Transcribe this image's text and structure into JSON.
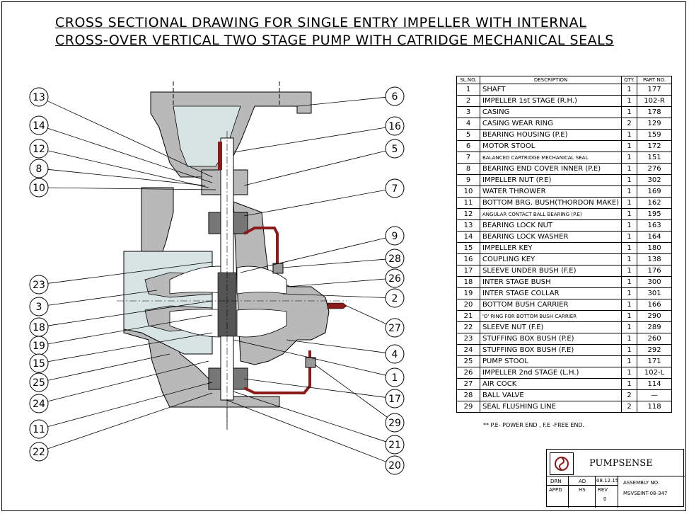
{
  "title": {
    "line1": "CROSS SECTIONAL DRAWING FOR SINGLE ENTRY IMPELLER WITH INTERNAL",
    "line2": "CROSS-OVER VERTICAL TWO STAGE PUMP WITH CATRIDGE MECHANICAL SEALS"
  },
  "balloons": [
    "13",
    "14",
    "12",
    "8",
    "10",
    "23",
    "3",
    "18",
    "19",
    "15",
    "25",
    "24",
    "11",
    "22",
    "6",
    "16",
    "5",
    "7",
    "9",
    "28",
    "26",
    "2",
    "27",
    "4",
    "1",
    "17",
    "29",
    "21",
    "20"
  ],
  "table": {
    "headers": {
      "no": "SL.NO.",
      "desc": "DESCRIPTION",
      "qty": "QTY.",
      "part": "PART NO."
    },
    "rows": [
      {
        "no": "1",
        "desc": "SHAFT",
        "qty": "1",
        "part": "177"
      },
      {
        "no": "2",
        "desc": "IMPELLER 1st STAGE (R.H.)",
        "qty": "1",
        "part": "102-R"
      },
      {
        "no": "3",
        "desc": "CASING",
        "qty": "1",
        "part": "178"
      },
      {
        "no": "4",
        "desc": "CASING WEAR RING",
        "qty": "2",
        "part": "129"
      },
      {
        "no": "5",
        "desc": "BEARING HOUSING (P.E)",
        "qty": "1",
        "part": "159"
      },
      {
        "no": "6",
        "desc": "MOTOR STOOL",
        "qty": "1",
        "part": "172"
      },
      {
        "no": "7",
        "desc": "BALANCED CARTRIDGE MECHANICAL SEAL",
        "qty": "1",
        "part": "151"
      },
      {
        "no": "8",
        "desc": "BEARING END COVER INNER (P.E)",
        "qty": "1",
        "part": "276"
      },
      {
        "no": "9",
        "desc": "IMPELLER NUT (P.E)",
        "qty": "1",
        "part": "302"
      },
      {
        "no": "10",
        "desc": "WATER THROWER",
        "qty": "1",
        "part": "169"
      },
      {
        "no": "11",
        "desc": "BOTTOM BRG. BUSH(THORDON MAKE)",
        "qty": "1",
        "part": "162"
      },
      {
        "no": "12",
        "desc": "ANGULAR CONTACT BALL BEARING (P.E)",
        "qty": "1",
        "part": "195"
      },
      {
        "no": "13",
        "desc": "BEARING LOCK NUT",
        "qty": "1",
        "part": "163"
      },
      {
        "no": "14",
        "desc": "BEARING LOCK WASHER",
        "qty": "1",
        "part": "164"
      },
      {
        "no": "15",
        "desc": "IMPELLER KEY",
        "qty": "1",
        "part": "180"
      },
      {
        "no": "16",
        "desc": "COUPLING KEY",
        "qty": "1",
        "part": "138"
      },
      {
        "no": "17",
        "desc": "SLEEVE UNDER BUSH (F.E)",
        "qty": "1",
        "part": "176"
      },
      {
        "no": "18",
        "desc": "INTER STAGE BUSH",
        "qty": "1",
        "part": "300"
      },
      {
        "no": "19",
        "desc": "INTER STAGE COLLAR",
        "qty": "1",
        "part": "301"
      },
      {
        "no": "20",
        "desc": "BOTTOM BUSH CARRIER",
        "qty": "1",
        "part": "166"
      },
      {
        "no": "21",
        "desc": "'O' RING FOR BOTTOM BUSH CARRIER",
        "qty": "1",
        "part": "290"
      },
      {
        "no": "22",
        "desc": "SLEEVE NUT (F.E)",
        "qty": "1",
        "part": "289"
      },
      {
        "no": "23",
        "desc": "STUFFING BOX BUSH (P.E)",
        "qty": "1",
        "part": "260"
      },
      {
        "no": "24",
        "desc": "STUFFING BOX BUSH (F.E)",
        "qty": "1",
        "part": "292"
      },
      {
        "no": "25",
        "desc": "PUMP STOOL",
        "qty": "1",
        "part": "171"
      },
      {
        "no": "26",
        "desc": "IMPELLER 2nd STAGE (L.H.)",
        "qty": "1",
        "part": "102-L"
      },
      {
        "no": "27",
        "desc": "AIR COCK",
        "qty": "1",
        "part": "114"
      },
      {
        "no": "28",
        "desc": "BALL VALVE",
        "qty": "2",
        "part": "—"
      },
      {
        "no": "29",
        "desc": "SEAL FLUSHING LINE",
        "qty": "2",
        "part": "118"
      }
    ]
  },
  "note": "** P.E- POWER END , F.E -FREE END.",
  "title_block": {
    "company": "PUMPSENSE",
    "drn_label": "DRN",
    "drn_by": "AD",
    "date": "08.12.15",
    "appd_label": "APPD",
    "appd_by": "HS",
    "rev_label": "REV",
    "rev_value": "0",
    "assembly_label": "ASSEMBLY NO.",
    "assembly_no": "MSVSEINT-08-347"
  },
  "colors": {
    "casing": "#b9b9b9",
    "fluid": "#d8e4e4",
    "seal_line": "#8b1a1a",
    "shaft": "#ffffff"
  }
}
